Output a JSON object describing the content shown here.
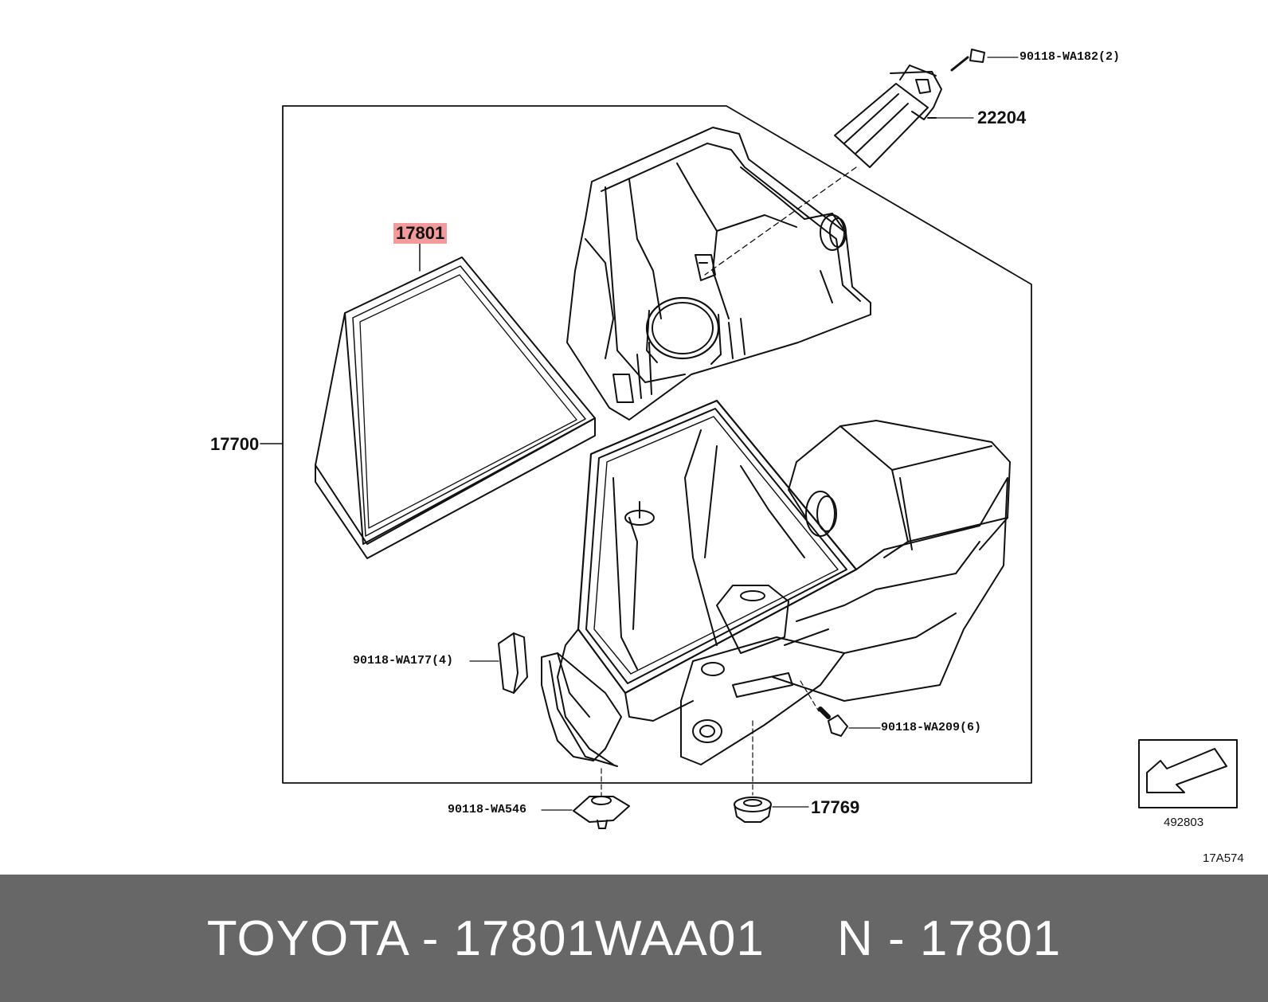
{
  "parts": {
    "air_filter": "17801",
    "cleaner_assy": "17700",
    "bolt_top": "90118-WA182(2)",
    "flow_meter": "22204",
    "clamp": "90118-WA177(4)",
    "bolt_side": "90118-WA209(6)",
    "clip_bottom": "90118-WA546",
    "grommet": "17769"
  },
  "reference": {
    "view_code": "492803",
    "figure_code": "17A574"
  },
  "footer": {
    "text": "TOYOTA - 17801WAA01     N - 17801"
  },
  "colors": {
    "highlight": "#f39a9a",
    "footer_bg": "#676767",
    "footer_text": "#ffffff"
  }
}
